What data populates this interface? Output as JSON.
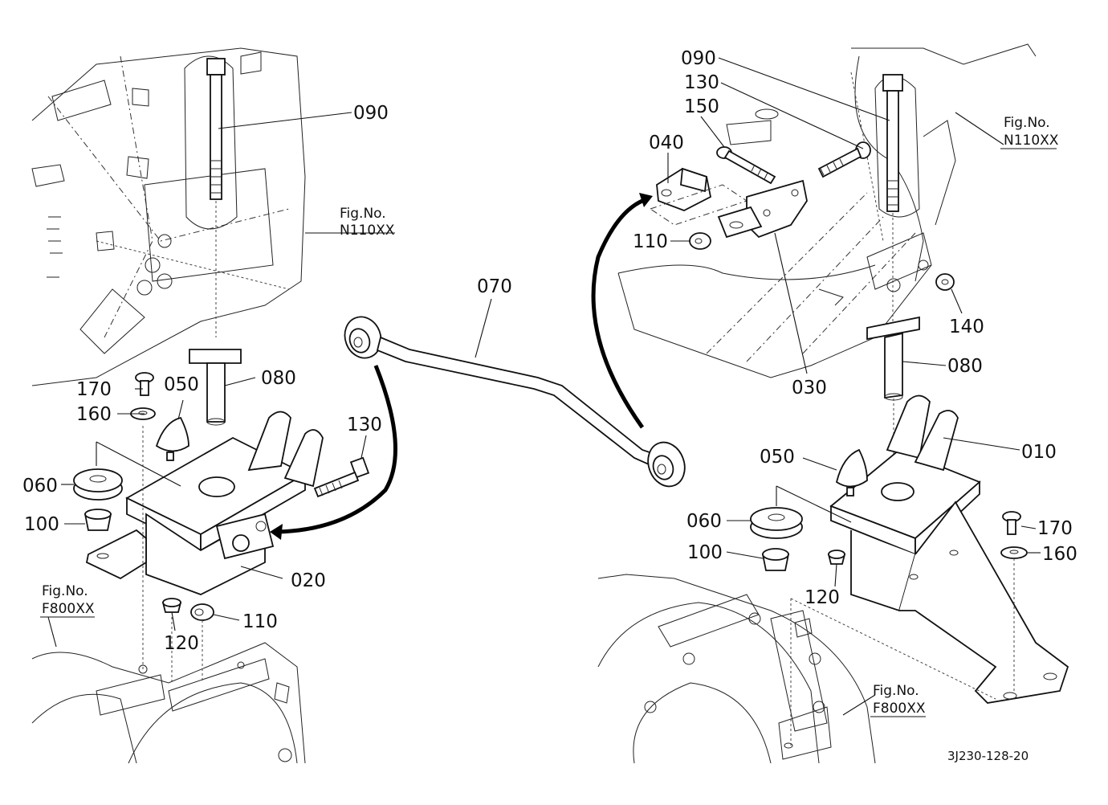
{
  "callouts_left": {
    "p090": "090",
    "p170": "170",
    "p050": "050",
    "p080": "080",
    "p160": "160",
    "p060": "060",
    "p130": "130",
    "p100": "100",
    "p020": "020",
    "p110": "110",
    "p120": "120"
  },
  "callouts_center": {
    "p070": "070"
  },
  "callouts_right": {
    "p090": "090",
    "p130": "130",
    "p150": "150",
    "p040": "040",
    "p110": "110",
    "p140": "140",
    "p080": "080",
    "p030": "030",
    "p010": "010",
    "p050": "050",
    "p060": "060",
    "p170": "170",
    "p100": "100",
    "p160": "160",
    "p120": "120"
  },
  "figure_refs": {
    "left_top": {
      "label": "Fig.No.",
      "code": "N110XX"
    },
    "left_bottom": {
      "label": "Fig.No.",
      "code": "F800XX"
    },
    "right_top": {
      "label": "Fig.No.",
      "code": "N110XX"
    },
    "right_bottom": {
      "label": "Fig.No.",
      "code": "F800XX"
    }
  },
  "document_id": "3J230-128-20"
}
